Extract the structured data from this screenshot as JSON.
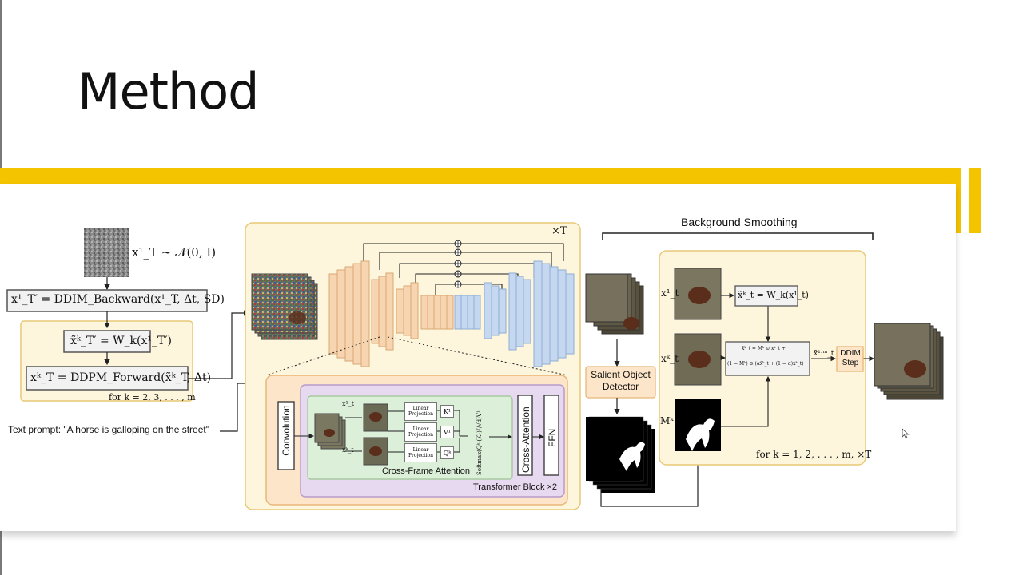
{
  "slide": {
    "title": "Method"
  },
  "colors": {
    "accent_bar": "#f5c400",
    "panel_fill": "#fdf6dc",
    "panel_border": "#e8c978",
    "transformer_fill": "#e7d9ef",
    "attention_fill": "#dcefd9",
    "encoder_blocks": "#f6d5b0",
    "decoder_blocks": "#c5d8ef"
  },
  "diagram": {
    "noise_formula": "x¹_T ∼ 𝒩(0, I)",
    "ddim_backward": "x¹_T′ = DDIM_Backward(x¹_T, Δt, SD)",
    "warp_formula": "x̃ᵏ_T′ = W_k(x¹_T′)",
    "ddpm_forward": "xᵏ_T = DDPM_Forward(x̃ᵏ_T, Δt)",
    "loop_label": "for k = 2, 3, . . . , m",
    "text_prompt": "Text prompt: \"A horse is galloping on the street\"",
    "times_T": "×T",
    "convolution": "Convolution",
    "linear_projection": "Linear Projection",
    "k_symbol": "K¹",
    "v_symbol": "V¹",
    "q_symbol": "Qᵏ",
    "softmax_formula": "Softmax(Qᵏ·(K¹)ᵀ/√d)V¹",
    "x1_label": "x¹_t",
    "xk_label": "xᵏ_t",
    "cross_frame_attention": "Cross-Frame Attention",
    "cross_attention": "Cross-Attention",
    "ffn": "FFN",
    "transformer_block": "Transformer Block ×2",
    "background_smoothing": "Background Smoothing",
    "salient_detector": "Salient Object Detector",
    "bs_x1": "x¹_t",
    "bs_xk": "xᵏ_t",
    "bs_mk": "Mᵏ",
    "bs_warp": "x̃ᵏ_t = W_k(x¹_t)",
    "blend_line1": "x̄ᵏ_t = Mᵏ ⊙ xᵏ_t +",
    "blend_line2": "(1 − Mᵏ) ⊙ (αx̃ᵏ_t + (1 − α)xᵏ_t)",
    "blend_out": "x̄¹:ᵐ_t",
    "ddim_step": "DDIM Step",
    "bs_loop": "for k = 1, 2, . . . , m,  ×T"
  }
}
